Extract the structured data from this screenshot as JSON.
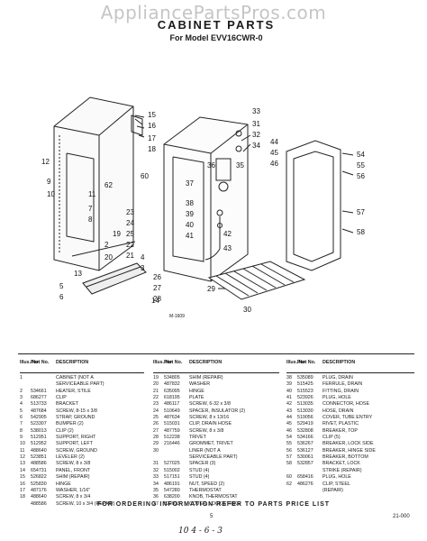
{
  "watermark": "AppliancePartsPros.com",
  "header": {
    "title": "CABINET PARTS",
    "model": "For Model EVV16CWR-0"
  },
  "diagram": {
    "callouts": [
      "15",
      "16",
      "17",
      "18",
      "12",
      "9",
      "10",
      "11",
      "7",
      "8",
      "19",
      "60",
      "62",
      "23",
      "24",
      "25",
      "2",
      "22",
      "21",
      "20",
      "4",
      "3",
      "13",
      "14",
      "5",
      "6",
      "33",
      "31",
      "32",
      "34",
      "35",
      "36",
      "37",
      "38",
      "39",
      "40",
      "41",
      "42",
      "43",
      "44",
      "45",
      "46",
      "26",
      "27",
      "28",
      "29",
      "30",
      "54",
      "55",
      "56",
      "57",
      "58"
    ],
    "figure_code": "M-1609"
  },
  "parts_table": {
    "headers": {
      "no": "Illus. No.",
      "part": "Part No.",
      "desc": "DESCRIPTION"
    },
    "columns": [
      [
        {
          "no": "1",
          "part": "",
          "desc": "CABINET (NOT A"
        },
        {
          "no": "",
          "part": "",
          "desc": "SERVICEABLE PART)"
        },
        {
          "no": "2",
          "part": "534661",
          "desc": "HEATER, STILE"
        },
        {
          "no": "3",
          "part": "686277",
          "desc": "CLIP"
        },
        {
          "no": "4",
          "part": "513733",
          "desc": "BRACKET"
        },
        {
          "no": "5",
          "part": "487684",
          "desc": "SCREW, 8-15 x 3/8"
        },
        {
          "no": "6",
          "part": "542905",
          "desc": "STRAP, GROUND"
        },
        {
          "no": "7",
          "part": "523307",
          "desc": "BUMPER (2)"
        },
        {
          "no": "8",
          "part": "538013",
          "desc": "CLIP (2)"
        },
        {
          "no": "9",
          "part": "512951",
          "desc": "SUPPORT, RIGHT"
        },
        {
          "no": "10",
          "part": "512952",
          "desc": "SUPPORT, LEFT"
        },
        {
          "no": "11",
          "part": "488640",
          "desc": "SCREW, GROUND"
        },
        {
          "no": "12",
          "part": "523851",
          "desc": "LEVELER (2)"
        },
        {
          "no": "13",
          "part": "488586",
          "desc": "SCREW, 8 x 3/8"
        },
        {
          "no": "14",
          "part": "654731",
          "desc": "PANEL, FRONT"
        },
        {
          "no": "15",
          "part": "526822",
          "desc": "SHIM (REPAIR)"
        },
        {
          "no": "16",
          "part": "525830",
          "desc": "HINGE"
        },
        {
          "no": "17",
          "part": "487176",
          "desc": "WASHER, 1/16\""
        },
        {
          "no": "18",
          "part": "488640",
          "desc": "SCREW, 8 x 3/4"
        },
        {
          "no": "",
          "part": "488586",
          "desc": "SCREW, 10 x 3/4 (REPAIR)"
        }
      ],
      [
        {
          "no": "19",
          "part": "534805",
          "desc": "SHIM (REPAIR)"
        },
        {
          "no": "20",
          "part": "487832",
          "desc": "WASHER"
        },
        {
          "no": "21",
          "part": "635095",
          "desc": "HINGE"
        },
        {
          "no": "22",
          "part": "618195",
          "desc": "PLATE"
        },
        {
          "no": "23",
          "part": "486117",
          "desc": "SCREW, 6-32 x 3/8"
        },
        {
          "no": "24",
          "part": "510649",
          "desc": "SPACER, INSULATOR (2)"
        },
        {
          "no": "25",
          "part": "487634",
          "desc": "SCREW, 8 x 13/16"
        },
        {
          "no": "26",
          "part": "515031",
          "desc": "CLIP, DRAIN HOSE"
        },
        {
          "no": "27",
          "part": "487759",
          "desc": "SCREW, 8 x 3/8"
        },
        {
          "no": "28",
          "part": "512238",
          "desc": "TRIVET"
        },
        {
          "no": "29",
          "part": "216446",
          "desc": "GROMMET, TRIVET"
        },
        {
          "no": "30",
          "part": "",
          "desc": "LINER (NOT A"
        },
        {
          "no": "",
          "part": "",
          "desc": "SERVICEABLE PART)"
        },
        {
          "no": "31",
          "part": "527025",
          "desc": "SPACER (3)"
        },
        {
          "no": "32",
          "part": "515002",
          "desc": "STUD (4)"
        },
        {
          "no": "33",
          "part": "517151",
          "desc": "STUD (4)"
        },
        {
          "no": "34",
          "part": "486191",
          "desc": "NUT, SPEED (2)"
        },
        {
          "no": "35",
          "part": "547280",
          "desc": "THERMOSTAT"
        },
        {
          "no": "36",
          "part": "638200",
          "desc": "KNOB, THERMOSTAT"
        },
        {
          "no": "37",
          "part": "522013",
          "desc": "COVER, LOCK STRIKE"
        }
      ],
      [
        {
          "no": "38",
          "part": "535089",
          "desc": "PLUG, DRAIN"
        },
        {
          "no": "39",
          "part": "515425",
          "desc": "FERRULE, DRAIN"
        },
        {
          "no": "40",
          "part": "515523",
          "desc": "FITTING, DRAIN"
        },
        {
          "no": "41",
          "part": "523926",
          "desc": "PLUG, HOLE"
        },
        {
          "no": "42",
          "part": "513035",
          "desc": "CONNECTOR, HOSE"
        },
        {
          "no": "43",
          "part": "513030",
          "desc": "HOSE, DRAIN"
        },
        {
          "no": "44",
          "part": "519056",
          "desc": "COVER, TUBE ENTRY"
        },
        {
          "no": "45",
          "part": "529419",
          "desc": "RIVET, PLASTIC"
        },
        {
          "no": "46",
          "part": "532808",
          "desc": "BREAKER, TOP"
        },
        {
          "no": "54",
          "part": "534166",
          "desc": "CLIP (5)"
        },
        {
          "no": "55",
          "part": "536267",
          "desc": "BREAKER, LOCK SIDE"
        },
        {
          "no": "56",
          "part": "536127",
          "desc": "BREAKER, HINGE SIDE"
        },
        {
          "no": "57",
          "part": "530061",
          "desc": "BREAKER, BOTTOM"
        },
        {
          "no": "58",
          "part": "532857",
          "desc": "BRACKET, LOCK"
        },
        {
          "no": "",
          "part": "",
          "desc": "STRIKE (REPAIR)"
        },
        {
          "no": "60",
          "part": "658416",
          "desc": "PLUG, HOLE"
        },
        {
          "no": "62",
          "part": "486276",
          "desc": "CLIP, STEEL"
        },
        {
          "no": "",
          "part": "",
          "desc": "(REPAIR)"
        }
      ]
    ]
  },
  "footer": {
    "note": "FOR ORDERING INFORMATION REFER TO PARTS PRICE LIST",
    "page": "5",
    "code": "21-000",
    "handwriting": "10 4 - 6 - 3"
  }
}
